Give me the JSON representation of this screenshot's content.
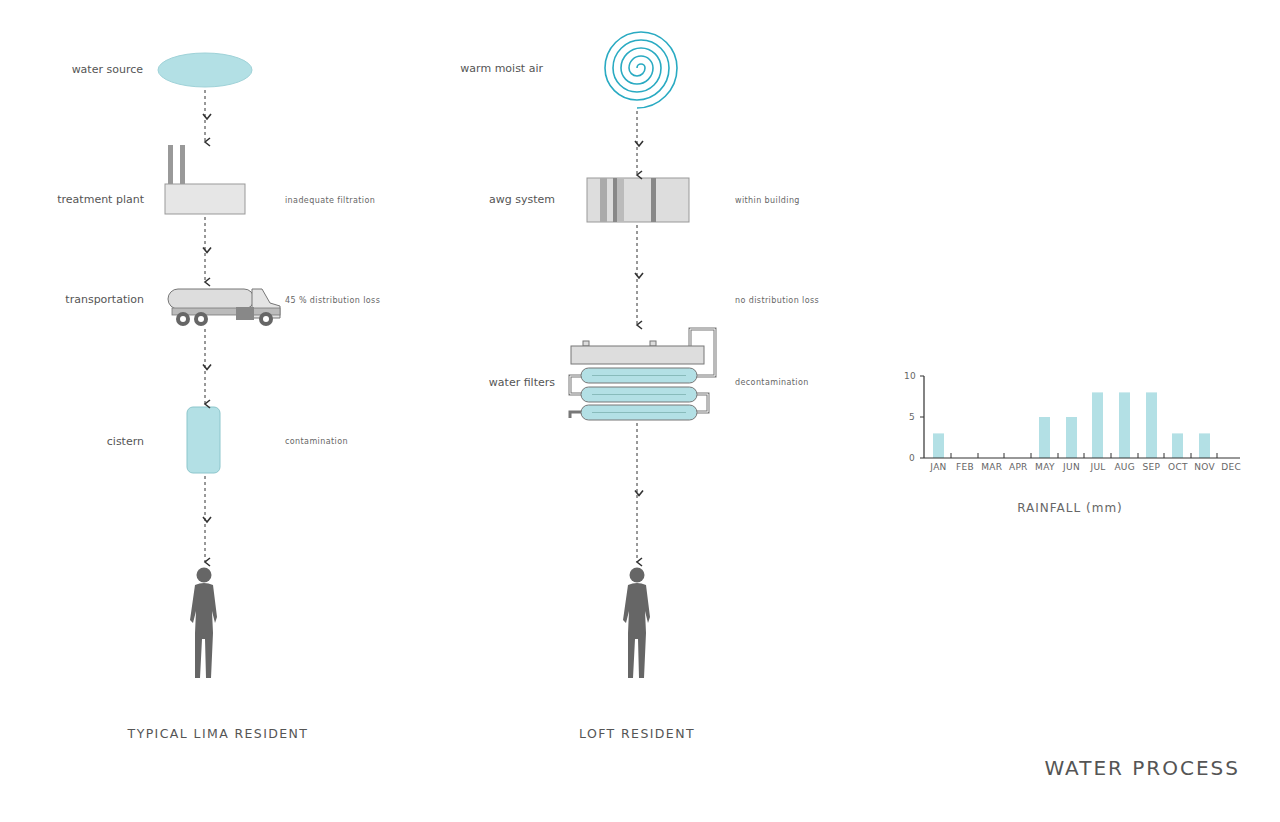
{
  "diagram": {
    "title": "WATER PROCESS",
    "nodes": [
      {
        "text": [
          "water source"
        ]
      },
      {
        "text": [
          "treatment plant",
          "inadequate filtration"
        ]
      },
      {
        "text": [
          "transportation",
          "45 % distribution loss"
        ]
      },
      {
        "text": [
          "cistern",
          "contamination"
        ]
      },
      {
        "text": [
          "TYPICAL LIMA RESIDENT"
        ]
      },
      {
        "text": [
          "warm moist air"
        ]
      },
      {
        "text": [
          "awg system",
          "within building"
        ]
      },
      {
        "text": [
          "water filters",
          "decontamination"
        ]
      },
      {
        "text": [
          "LOFT RESIDENT"
        ]
      }
    ],
    "edges": [
      {
        "from": 0,
        "to": 1,
        "arrow": "to"
      },
      {
        "from": 1,
        "to": 2,
        "arrow": "to"
      },
      {
        "from": 2,
        "to": 3,
        "arrow": "to"
      },
      {
        "from": 3,
        "to": 4,
        "arrow": "to"
      },
      {
        "from": 5,
        "to": 6,
        "arrow": "to"
      },
      {
        "from": 6,
        "to": 7,
        "label": "no distribution loss",
        "arrow": "to"
      },
      {
        "from": 7,
        "to": 8,
        "arrow": "to"
      }
    ],
    "labels": [
      "10",
      "5",
      "0",
      "JAN",
      "FEB",
      "MAR",
      "APR",
      "MAY",
      "JUN",
      "JUL",
      "AUG",
      "SEP",
      "OCT",
      "NOV",
      "DEC",
      "RAINFALL (mm)"
    ]
  }
}
